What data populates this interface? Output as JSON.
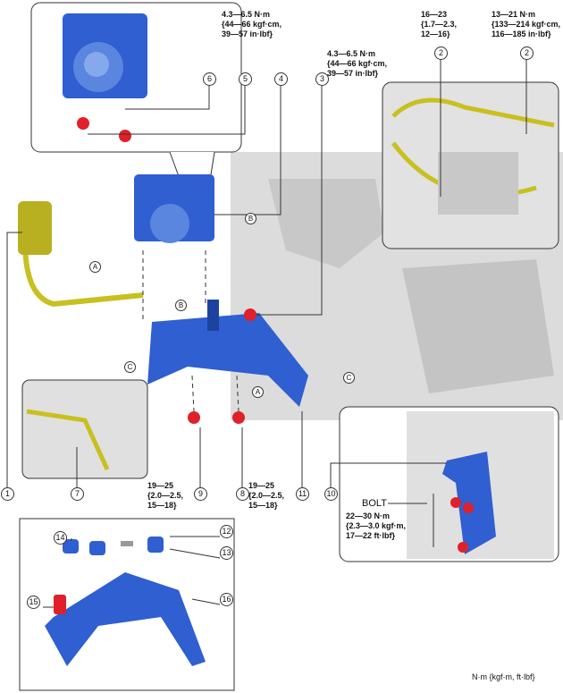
{
  "torques": {
    "t5": "4.3—6.5 N·m\n{44—66 kgf·cm,\n39—57 in·lbf}",
    "t3": "4.3—6.5 N·m\n{44—66 kgf·cm,\n39—57 in·lbf}",
    "t2a": "16—23\n{1.7—2.3,\n12—16}",
    "t2b": "13—21 N·m\n{133—214 kgf·cm,\n116—185 in·lbf}",
    "t9": "19—25\n{2.0—2.5,\n15—18}",
    "t8": "19—25\n{2.0—2.5,\n15—18}",
    "bolt_label": "BOLT",
    "bolt": "22—30 N·m\n{2.3—3.0 kgf·m,\n17—22 ft·lbf}"
  },
  "callouts": {
    "n1": "1",
    "n2": "2",
    "n3": "3",
    "n4": "4",
    "n5": "5",
    "n6": "6",
    "n7": "7",
    "n8": "8",
    "n9": "9",
    "n10": "10",
    "n11": "11",
    "n12": "12",
    "n13": "13",
    "n14": "14",
    "n15": "15",
    "n16": "16"
  },
  "letters": {
    "a": "A",
    "b": "B",
    "c": "C"
  },
  "units_note": "N·m {kgf·m, ft·lbf}",
  "colors": {
    "part_blue": "#2f5fd0",
    "bolt_red": "#e0202a",
    "pipe_yellow": "#c8c020",
    "photo_gray": "#d8d8d8"
  }
}
